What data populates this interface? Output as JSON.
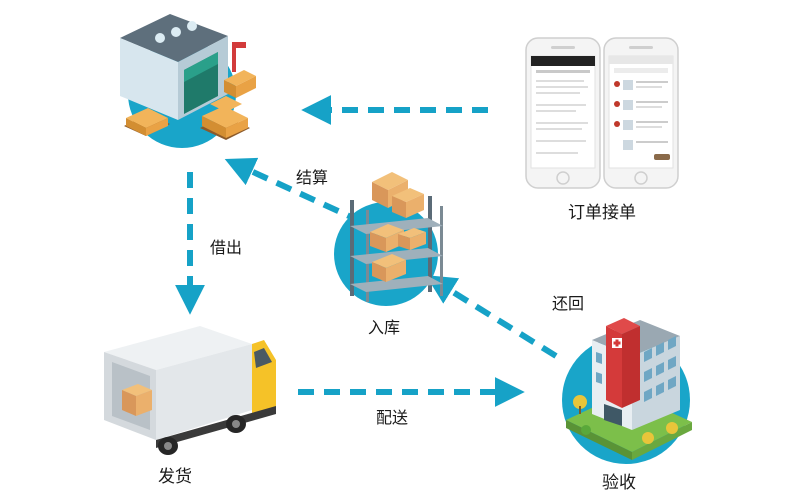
{
  "nodes": {
    "warehouse": {
      "icon": "warehouse-icon"
    },
    "order_receipt": {
      "label": "订单接单",
      "icon": "smartphones-icon"
    },
    "storage": {
      "label": "入库",
      "icon": "storage-shelf-icon"
    },
    "shipping": {
      "label": "发货",
      "icon": "delivery-truck-icon"
    },
    "acceptance": {
      "label": "验收",
      "icon": "hospital-building-icon"
    }
  },
  "edges": {
    "settlement": "结算",
    "borrow_out": "借出",
    "delivery": "配送",
    "return": "还回"
  },
  "colors": {
    "accent": "#16a2c7",
    "circle": "#19a5c9"
  }
}
